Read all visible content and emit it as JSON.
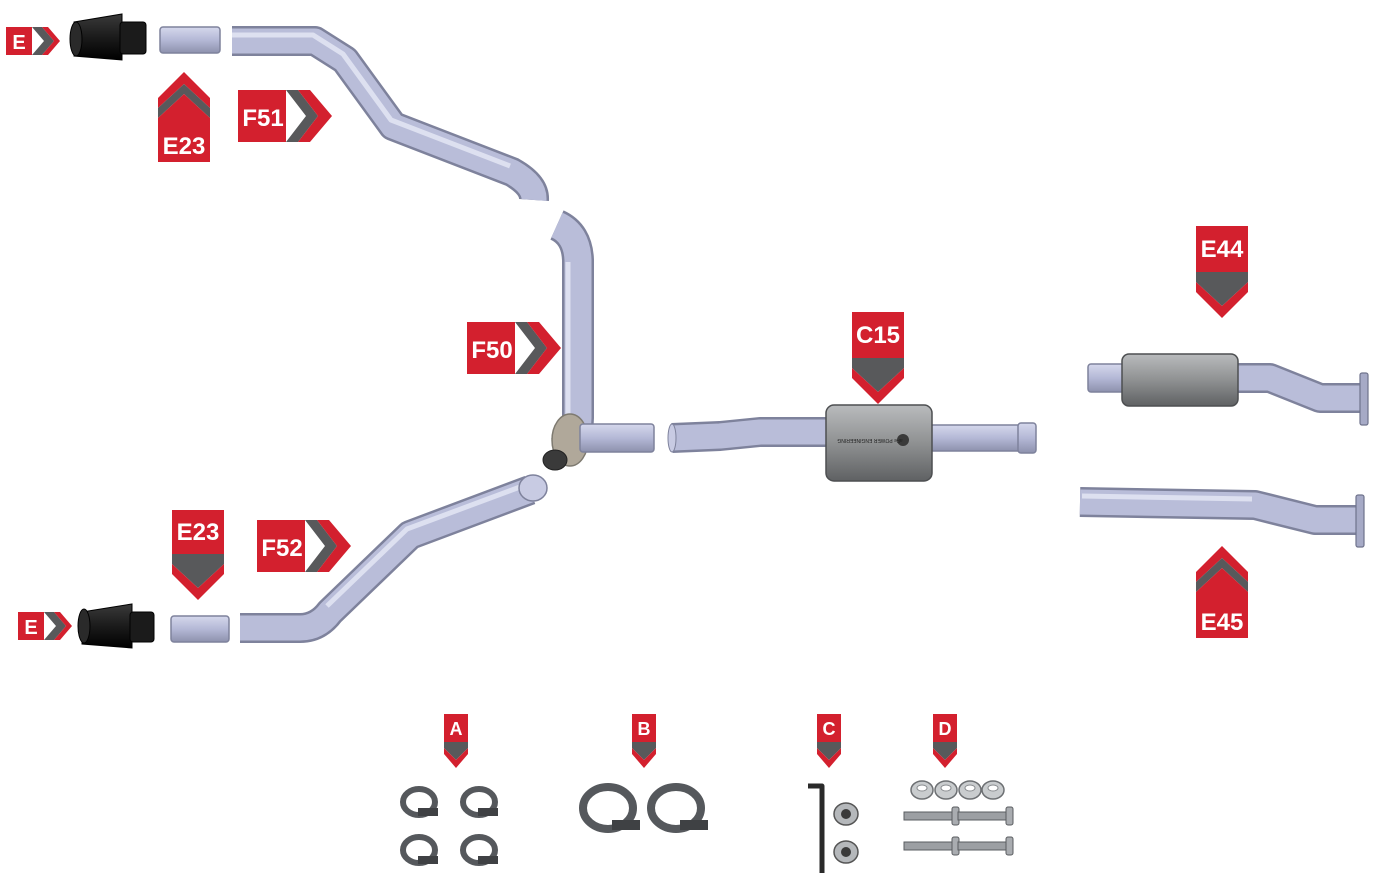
{
  "labels": {
    "e_top": "E",
    "e23_top": "E23",
    "f51": "F51",
    "f50": "F50",
    "c15": "C15",
    "e44": "E44",
    "e23_bottom": "E23",
    "f52": "F52",
    "e_bottom": "E",
    "e45": "E45",
    "kit_a": "A",
    "kit_b": "B",
    "kit_c": "C",
    "kit_d": "D"
  },
  "colors": {
    "badge_red": "#d3202e",
    "chevron_gray": "#58595b",
    "pipe": "#b4b8d6",
    "pipe_edge": "#7e829c",
    "muffler": "#8f9192",
    "tip_black": "#1b1b1b",
    "clamp": "#6b6e72"
  },
  "muffler_brand_text": "aFe POWER ENGINEERING"
}
